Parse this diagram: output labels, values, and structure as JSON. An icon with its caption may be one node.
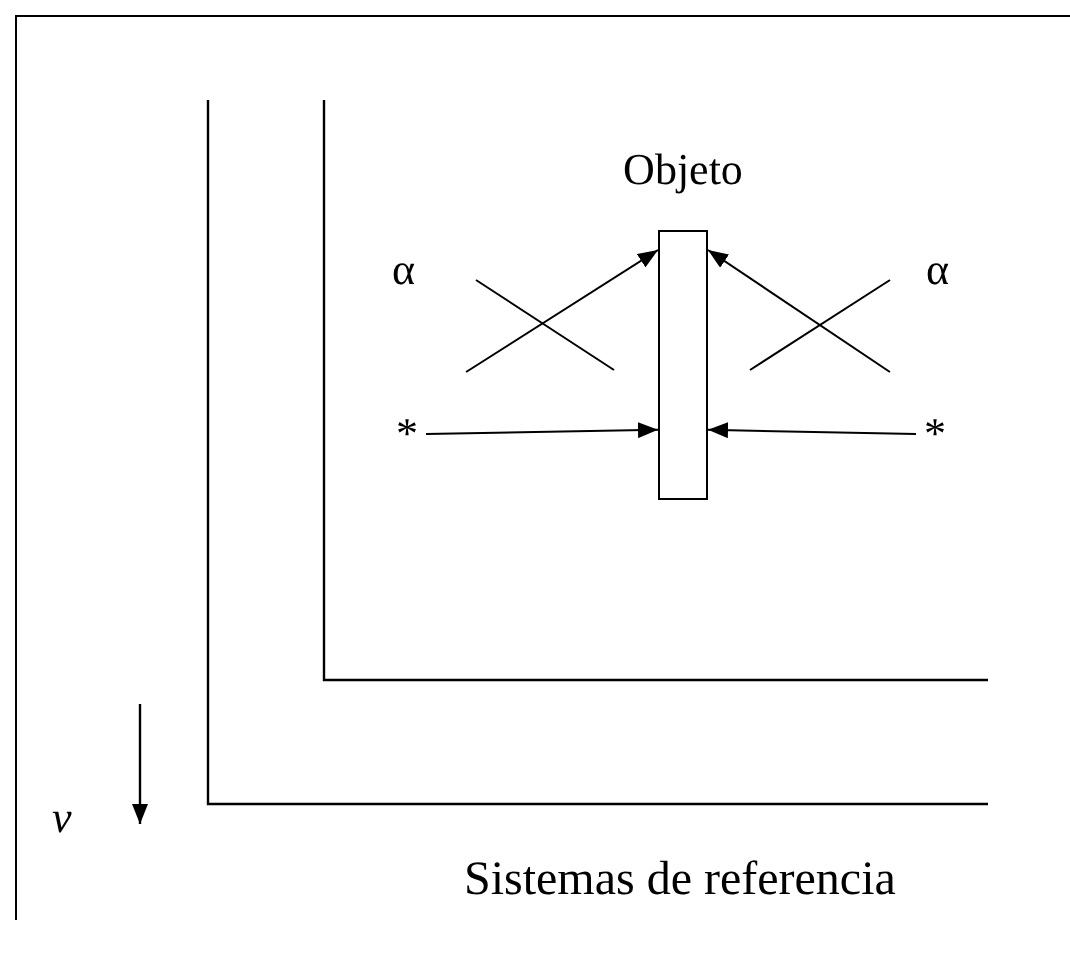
{
  "diagram": {
    "nodes": [
      {
        "text": [
          "Objeto"
        ]
      },
      {
        "text": [
          "α"
        ]
      },
      {
        "text": [
          "α"
        ]
      },
      {
        "text": [
          "*"
        ]
      },
      {
        "text": [
          "*"
        ]
      }
    ],
    "edges": [
      {
        "from": 1,
        "to": 0,
        "arrow": "to"
      },
      {
        "from": 2,
        "to": 0,
        "arrow": "to"
      },
      {
        "from": 3,
        "to": 0,
        "arrow": "to"
      },
      {
        "from": 4,
        "to": 0,
        "arrow": "to"
      }
    ],
    "labels": [
      "v",
      "Sistemas de referencia"
    ]
  }
}
